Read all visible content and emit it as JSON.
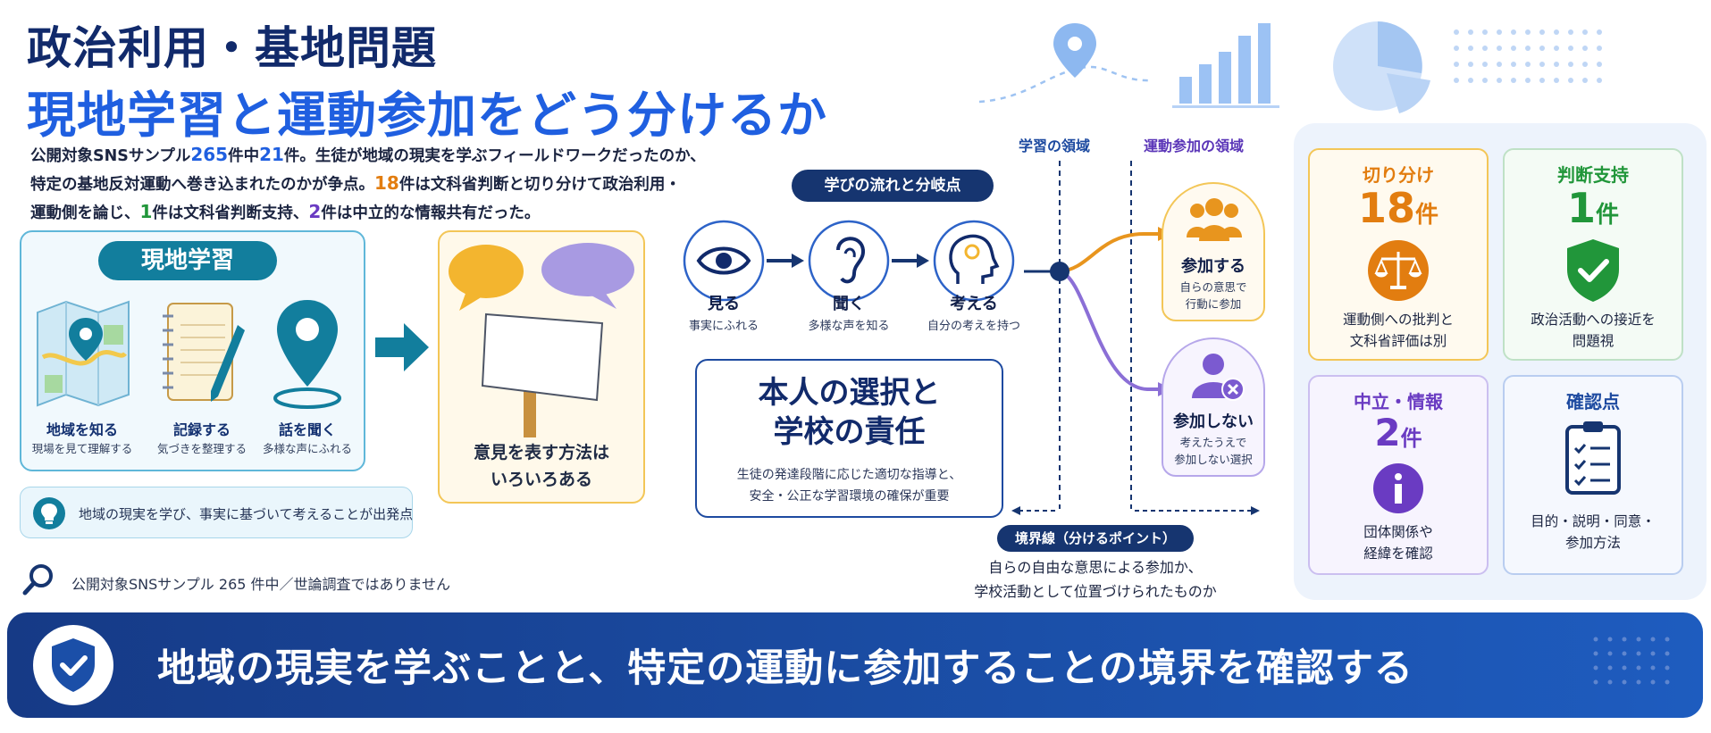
{
  "header": {
    "title_line1": "政治利用・基地問題",
    "title_line2": "現地学習と運動参加をどう分けるか"
  },
  "intro": {
    "p1": "公開対象SNSサンプル",
    "n_total": "265",
    "p2": "件中",
    "n_sample": "21",
    "p3": "件。生徒が地域の現実を学ぶフィールドワークだったのか、",
    "line2a": "特定の基地反対運動へ巻き込まれたのかが争点。",
    "n_split": "18",
    "line2b": "件は文科省判断と切り分けて政治利用・",
    "line3a": "運動側を論じ、",
    "n_support": "1",
    "line3b": "件は文科省判断支持、",
    "n_neutral": "2",
    "line3c": "件は中立的な情報共有だった。"
  },
  "fieldstudy": {
    "title": "現地学習",
    "items": [
      {
        "label": "地域を知る",
        "sub": "現場を見て理解する"
      },
      {
        "label": "記録する",
        "sub": "気づきを整理する"
      },
      {
        "label": "話を聞く",
        "sub": "多様な声にふれる"
      }
    ],
    "tip": "地域の現実を学び、事実に基づいて考えることが出発点"
  },
  "opinion": {
    "line1": "意見を表す方法は",
    "line2": "いろいろある"
  },
  "note": "公開対象SNSサンプル 265 件中／世論調査ではありません",
  "flow": {
    "title": "学びの流れと分岐点",
    "steps": [
      {
        "label": "見る",
        "sub": "事実にふれる"
      },
      {
        "label": "聞く",
        "sub": "多様な声を知る"
      },
      {
        "label": "考える",
        "sub": "自分の考えを持つ"
      }
    ],
    "responsibility": {
      "title1": "本人の選択と",
      "title2": "学校の責任",
      "sub1": "生徒の発達段階に応じた適切な指導と、",
      "sub2": "安全・公正な学習環境の確保が重要"
    },
    "area_learning": "学習の領域",
    "area_participation": "運動参加の領域",
    "option_join": {
      "label": "参加する",
      "sub1": "自らの意思で",
      "sub2": "行動に参加"
    },
    "option_decline": {
      "label": "参加しない",
      "sub1": "考えたうえで",
      "sub2": "参加しない選択"
    },
    "boundary": {
      "title": "境界線（分けるポイント）",
      "line1": "自らの自由な意思による参加か、",
      "line2": "学校活動として位置づけられたものか"
    }
  },
  "cards": {
    "split": {
      "title": "切り分け",
      "count": "18",
      "unit": "件",
      "desc1": "運動側への批判と",
      "desc2": "文科省評価は別",
      "color": "#e27d10"
    },
    "support": {
      "title": "判断支持",
      "count": "1",
      "unit": "件",
      "desc1": "政治活動への接近を",
      "desc2": "問題視",
      "color": "#21963a"
    },
    "neutral": {
      "title": "中立・情報",
      "count": "2",
      "unit": "件",
      "desc1": "団体関係や",
      "desc2": "経緯を確認",
      "color": "#6a3bc2"
    },
    "check": {
      "title": "確認点",
      "desc1": "目的・説明・同意・",
      "desc2": "参加方法",
      "color": "#1d4aa0"
    }
  },
  "banner": {
    "text": "地域の現実を学ぶことと、特定の運動に参加することの境界を確認する"
  },
  "colors": {
    "navy": "#163570",
    "blue": "#1f5fe0",
    "orange": "#e27d10",
    "green": "#21963a",
    "purple": "#6a3bc2",
    "teal": "#127e9d"
  }
}
